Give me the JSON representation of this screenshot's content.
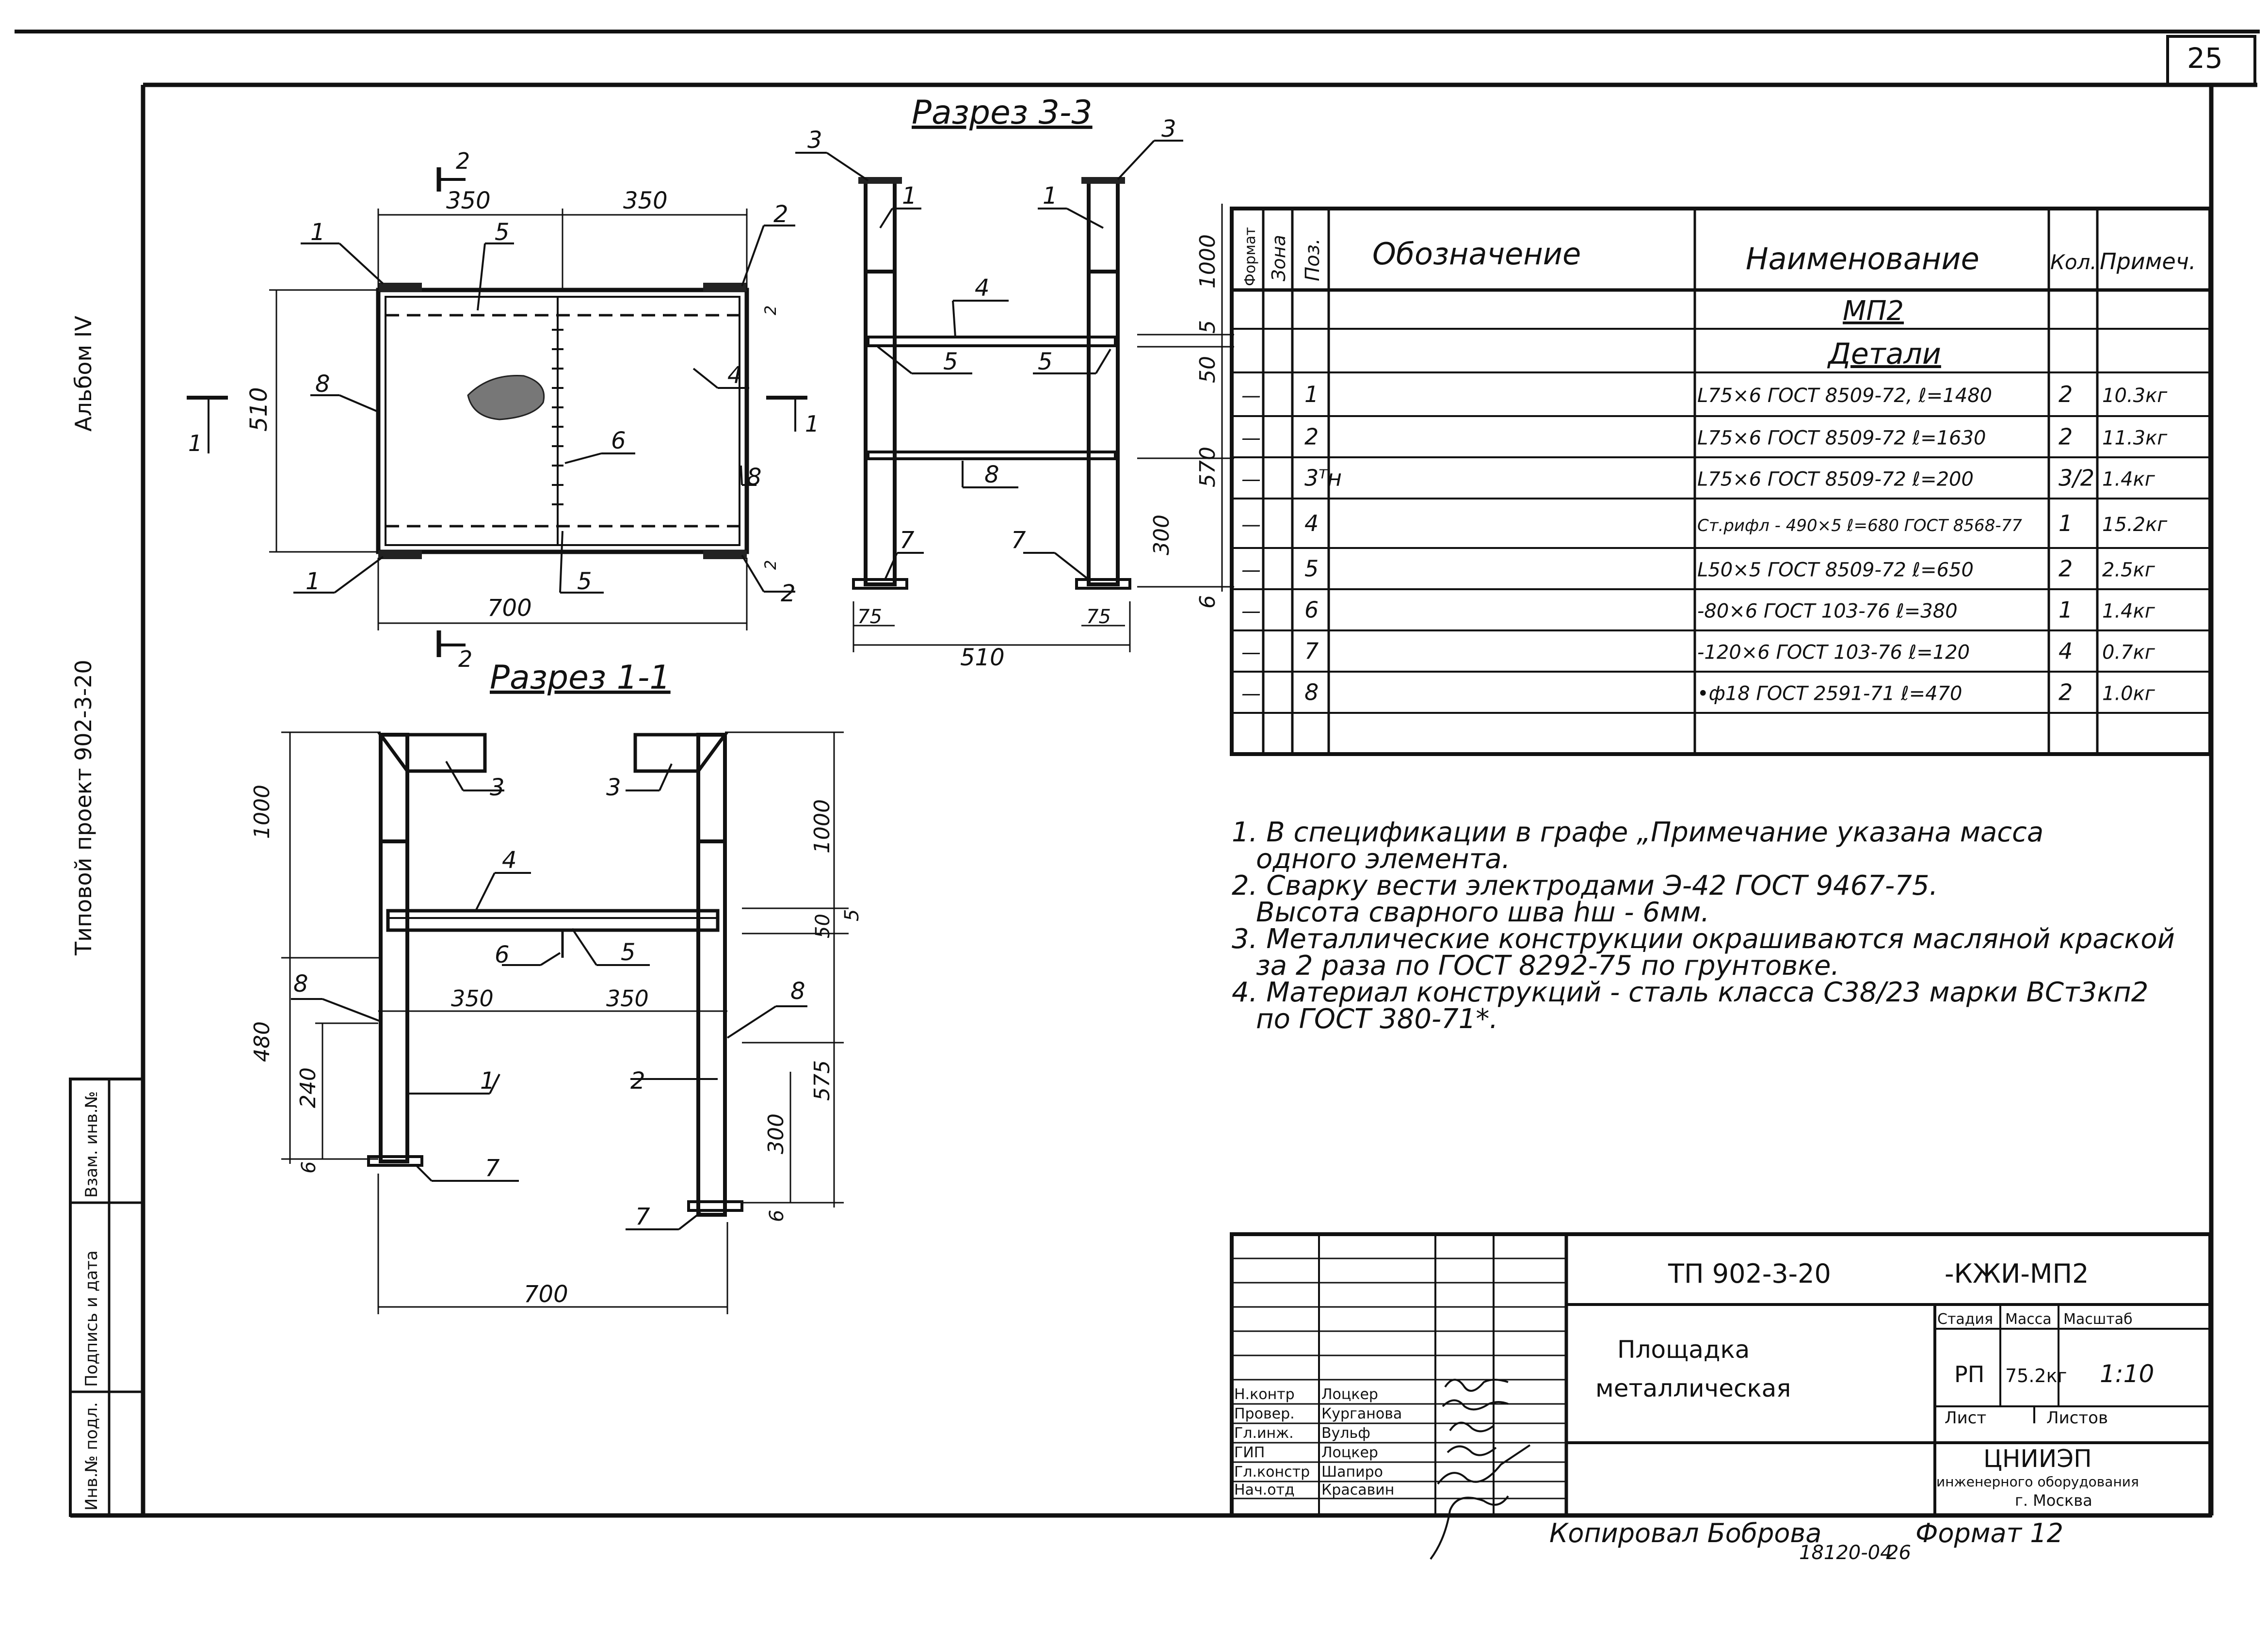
{
  "sheet_number": "25",
  "side": {
    "album": "Альбом IV",
    "project": "Типовой проект 902-3-20",
    "stamp_cols": [
      "Инв.№ подл.",
      "Подпись и дата",
      "Взам. инв.№"
    ]
  },
  "views": {
    "plan": {
      "cut_mark": "2",
      "cut_mark_bottom": "2",
      "cut_mark_left": "1",
      "cut_mark_right": "1",
      "dims": {
        "top_left": "350",
        "top_right": "350",
        "left": "510",
        "bottom": "700",
        "small_right_top": "2",
        "small_right_bottom": "2"
      },
      "labels": {
        "p1_top": "1",
        "p1_bottom": "1",
        "p2_top": "2",
        "p2_bottom": "2",
        "p4": "4",
        "p5_top": "5",
        "p5_bottom": "5",
        "p6": "6",
        "p8_left": "8",
        "p8_right": "8"
      }
    },
    "section33": {
      "title": "Разрез 3-3",
      "labels": {
        "p3_left": "3",
        "p3_right": "3",
        "p1_left": "1",
        "p1_right": "1",
        "p4": "4",
        "p5_left": "5",
        "p5_right": "5",
        "p8": "8",
        "p7_left": "7",
        "p7_right": "7"
      },
      "dims": {
        "h1000": "1000",
        "h5": "5",
        "h50": "50",
        "h570": "570",
        "h300": "300",
        "h6": "6",
        "w75_left": "75",
        "w75_right": "75",
        "w510": "510"
      }
    },
    "section11": {
      "title": "Разрез 1-1",
      "labels": {
        "p3_left": "3",
        "p3_right": "3",
        "p4": "4",
        "p6": "6",
        "p5": "5",
        "p8_left": "8",
        "p8_right": "8",
        "p1": "1",
        "p2": "2",
        "p7_left": "7",
        "p7_right": "7"
      },
      "dims": {
        "left1000": "1000",
        "right1000": "1000",
        "h50": "50",
        "h5": "5",
        "w350_left": "350",
        "w350_right": "350",
        "h480": "480",
        "h240": "240",
        "h6_left": "6",
        "h575": "575",
        "h300": "300",
        "h6_right": "6",
        "w700": "700"
      }
    }
  },
  "spec": {
    "headers": {
      "format": "Формат",
      "zone": "Зона",
      "pos": "Поз.",
      "designation": "Обозначение",
      "name": "Наименование",
      "qty": "Кол.",
      "note": "Примеч."
    },
    "assembly": "МП2",
    "section": "Детали",
    "rows": [
      {
        "format": "—",
        "pos": "1",
        "name": "L75×6 ГОСТ 8509-72, ℓ=1480",
        "qty": "2",
        "note": "10.3кг"
      },
      {
        "format": "—",
        "pos": "2",
        "name": "L75×6 ГОСТ 8509-72 ℓ=1630",
        "qty": "2",
        "note": "11.3кг"
      },
      {
        "format": "—",
        "pos": "3ᵀн",
        "name": "L75×6 ГОСТ 8509-72 ℓ=200",
        "qty": "3/2",
        "note": "1.4кг"
      },
      {
        "format": "—",
        "pos": "4",
        "name": "Ст.рифл - 490×5 ℓ=680 ГОСТ 8568-77",
        "qty": "1",
        "note": "15.2кг"
      },
      {
        "format": "—",
        "pos": "5",
        "name": "L50×5 ГОСТ 8509-72 ℓ=650",
        "qty": "2",
        "note": "2.5кг"
      },
      {
        "format": "—",
        "pos": "6",
        "name": "-80×6 ГОСТ 103-76 ℓ=380",
        "qty": "1",
        "note": "1.4кг"
      },
      {
        "format": "—",
        "pos": "7",
        "name": "-120×6 ГОСТ 103-76 ℓ=120",
        "qty": "4",
        "note": "0.7кг"
      },
      {
        "format": "—",
        "pos": "8",
        "name": "•ф18 ГОСТ 2591-71 ℓ=470",
        "qty": "2",
        "note": "1.0кг"
      }
    ]
  },
  "notes": [
    "1. В спецификации в графе „Примечание указана масса",
    "одного элемента.",
    "2. Сварку вести электродами Э-42 ГОСТ 9467-75.",
    "Высота сварного шва hш - 6мм.",
    "3. Металлические конструкции окрашиваются масляной краской",
    "за 2 раза по ГОСТ 8292-75 по грунтовке.",
    "4. Материал конструкций - сталь класса С38/23 марки ВСт3кп2",
    "по ГОСТ 380-71*."
  ],
  "title_block": {
    "code_left": "ТП 902-3-20",
    "code_right": "-КЖИ-МП2",
    "name_line1": "Площадка",
    "name_line2": "металлическая",
    "stage_label": "Стадия",
    "mass_label": "Масса",
    "scale_label": "Масштаб",
    "stage": "РП",
    "mass": "75.2кг",
    "scale": "1:10",
    "sheet_label": "Лист",
    "sheets_label": "Листов",
    "org1": "ЦНИИЭП",
    "org2": "инженерного оборудования",
    "org3": "г. Москва",
    "roles": [
      {
        "role": "Н.контр",
        "name": "Лоцкер"
      },
      {
        "role": "Провер.",
        "name": "Курганова"
      },
      {
        "role": "Гл.инж.",
        "name": "Вульф"
      },
      {
        "role": "ГИП",
        "name": "Лоцкер"
      },
      {
        "role": "Гл.констр",
        "name": "Шапиро"
      },
      {
        "role": "Нач.отд",
        "name": "Красавин"
      }
    ]
  },
  "footer": {
    "copied": "Копировал Боброва",
    "number": "18120-04",
    "page": "26",
    "format": "Формат 12"
  }
}
